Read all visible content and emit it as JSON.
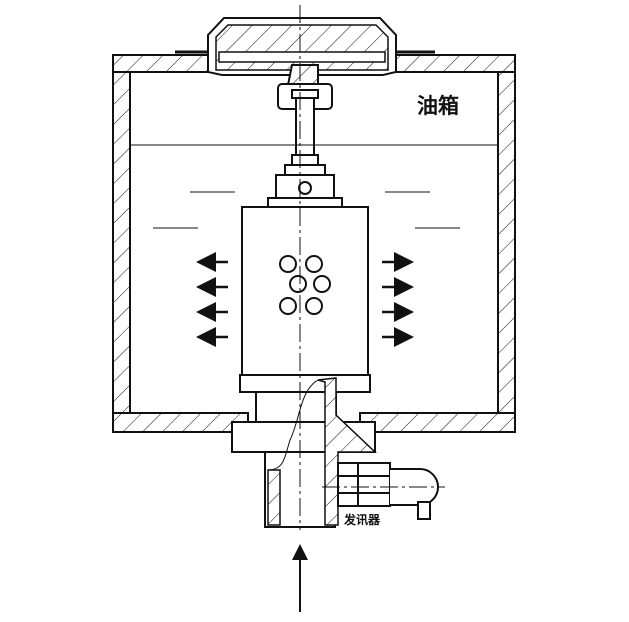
{
  "labels": {
    "tank": "油箱",
    "sender": "发讯器"
  },
  "colors": {
    "line": "#111111",
    "background": "#ffffff"
  },
  "icons": [
    "flow-out-arrow-left",
    "flow-out-arrow-right",
    "inlet-flow-arrow-up"
  ]
}
